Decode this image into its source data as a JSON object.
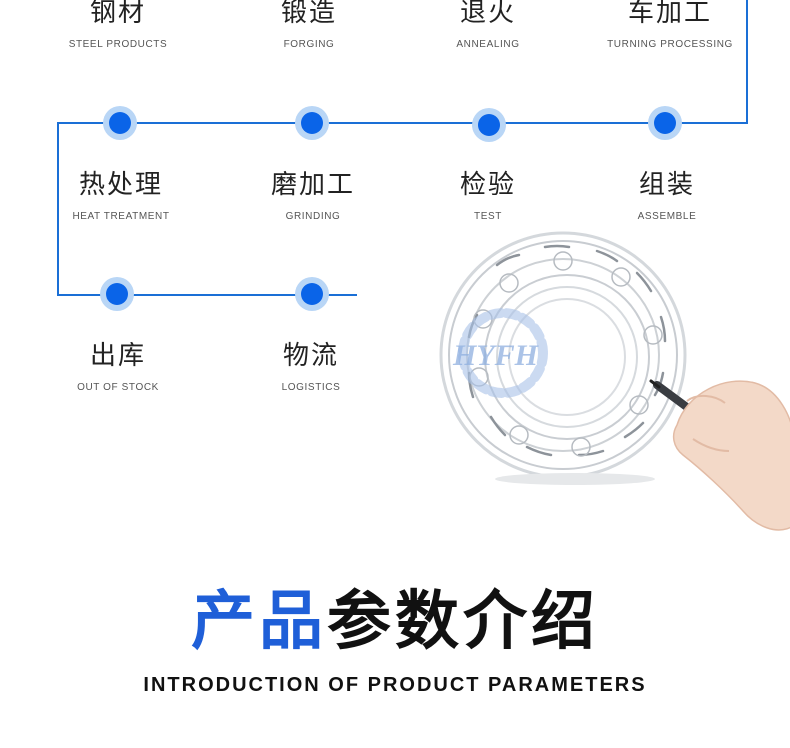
{
  "process": {
    "row1": [
      {
        "zh": "钢材",
        "en": "STEEL PRODUCTS"
      },
      {
        "zh": "锻造",
        "en": "FORGING"
      },
      {
        "zh": "退火",
        "en": "ANNEALING"
      },
      {
        "zh": "车加工",
        "en": "TURNING PROCESSING"
      }
    ],
    "row2": [
      {
        "zh": "热处理",
        "en": "HEAT TREATMENT"
      },
      {
        "zh": "磨加工",
        "en": "GRINDING"
      },
      {
        "zh": "检验",
        "en": "TEST"
      },
      {
        "zh": "组装",
        "en": "ASSEMBLE"
      }
    ],
    "row3": [
      {
        "zh": "出库",
        "en": "OUT OF STOCK"
      },
      {
        "zh": "物流",
        "en": "LOGISTICS"
      }
    ]
  },
  "colors": {
    "accent": "#1f5fd8",
    "line": "#1a6fd6",
    "dot": "#0a64e8"
  },
  "illustration": {
    "watermark": "HYFH"
  },
  "section": {
    "title_accent": "产品",
    "title_main": "参数介绍",
    "subtitle": "INTRODUCTION OF PRODUCT PARAMETERS"
  }
}
